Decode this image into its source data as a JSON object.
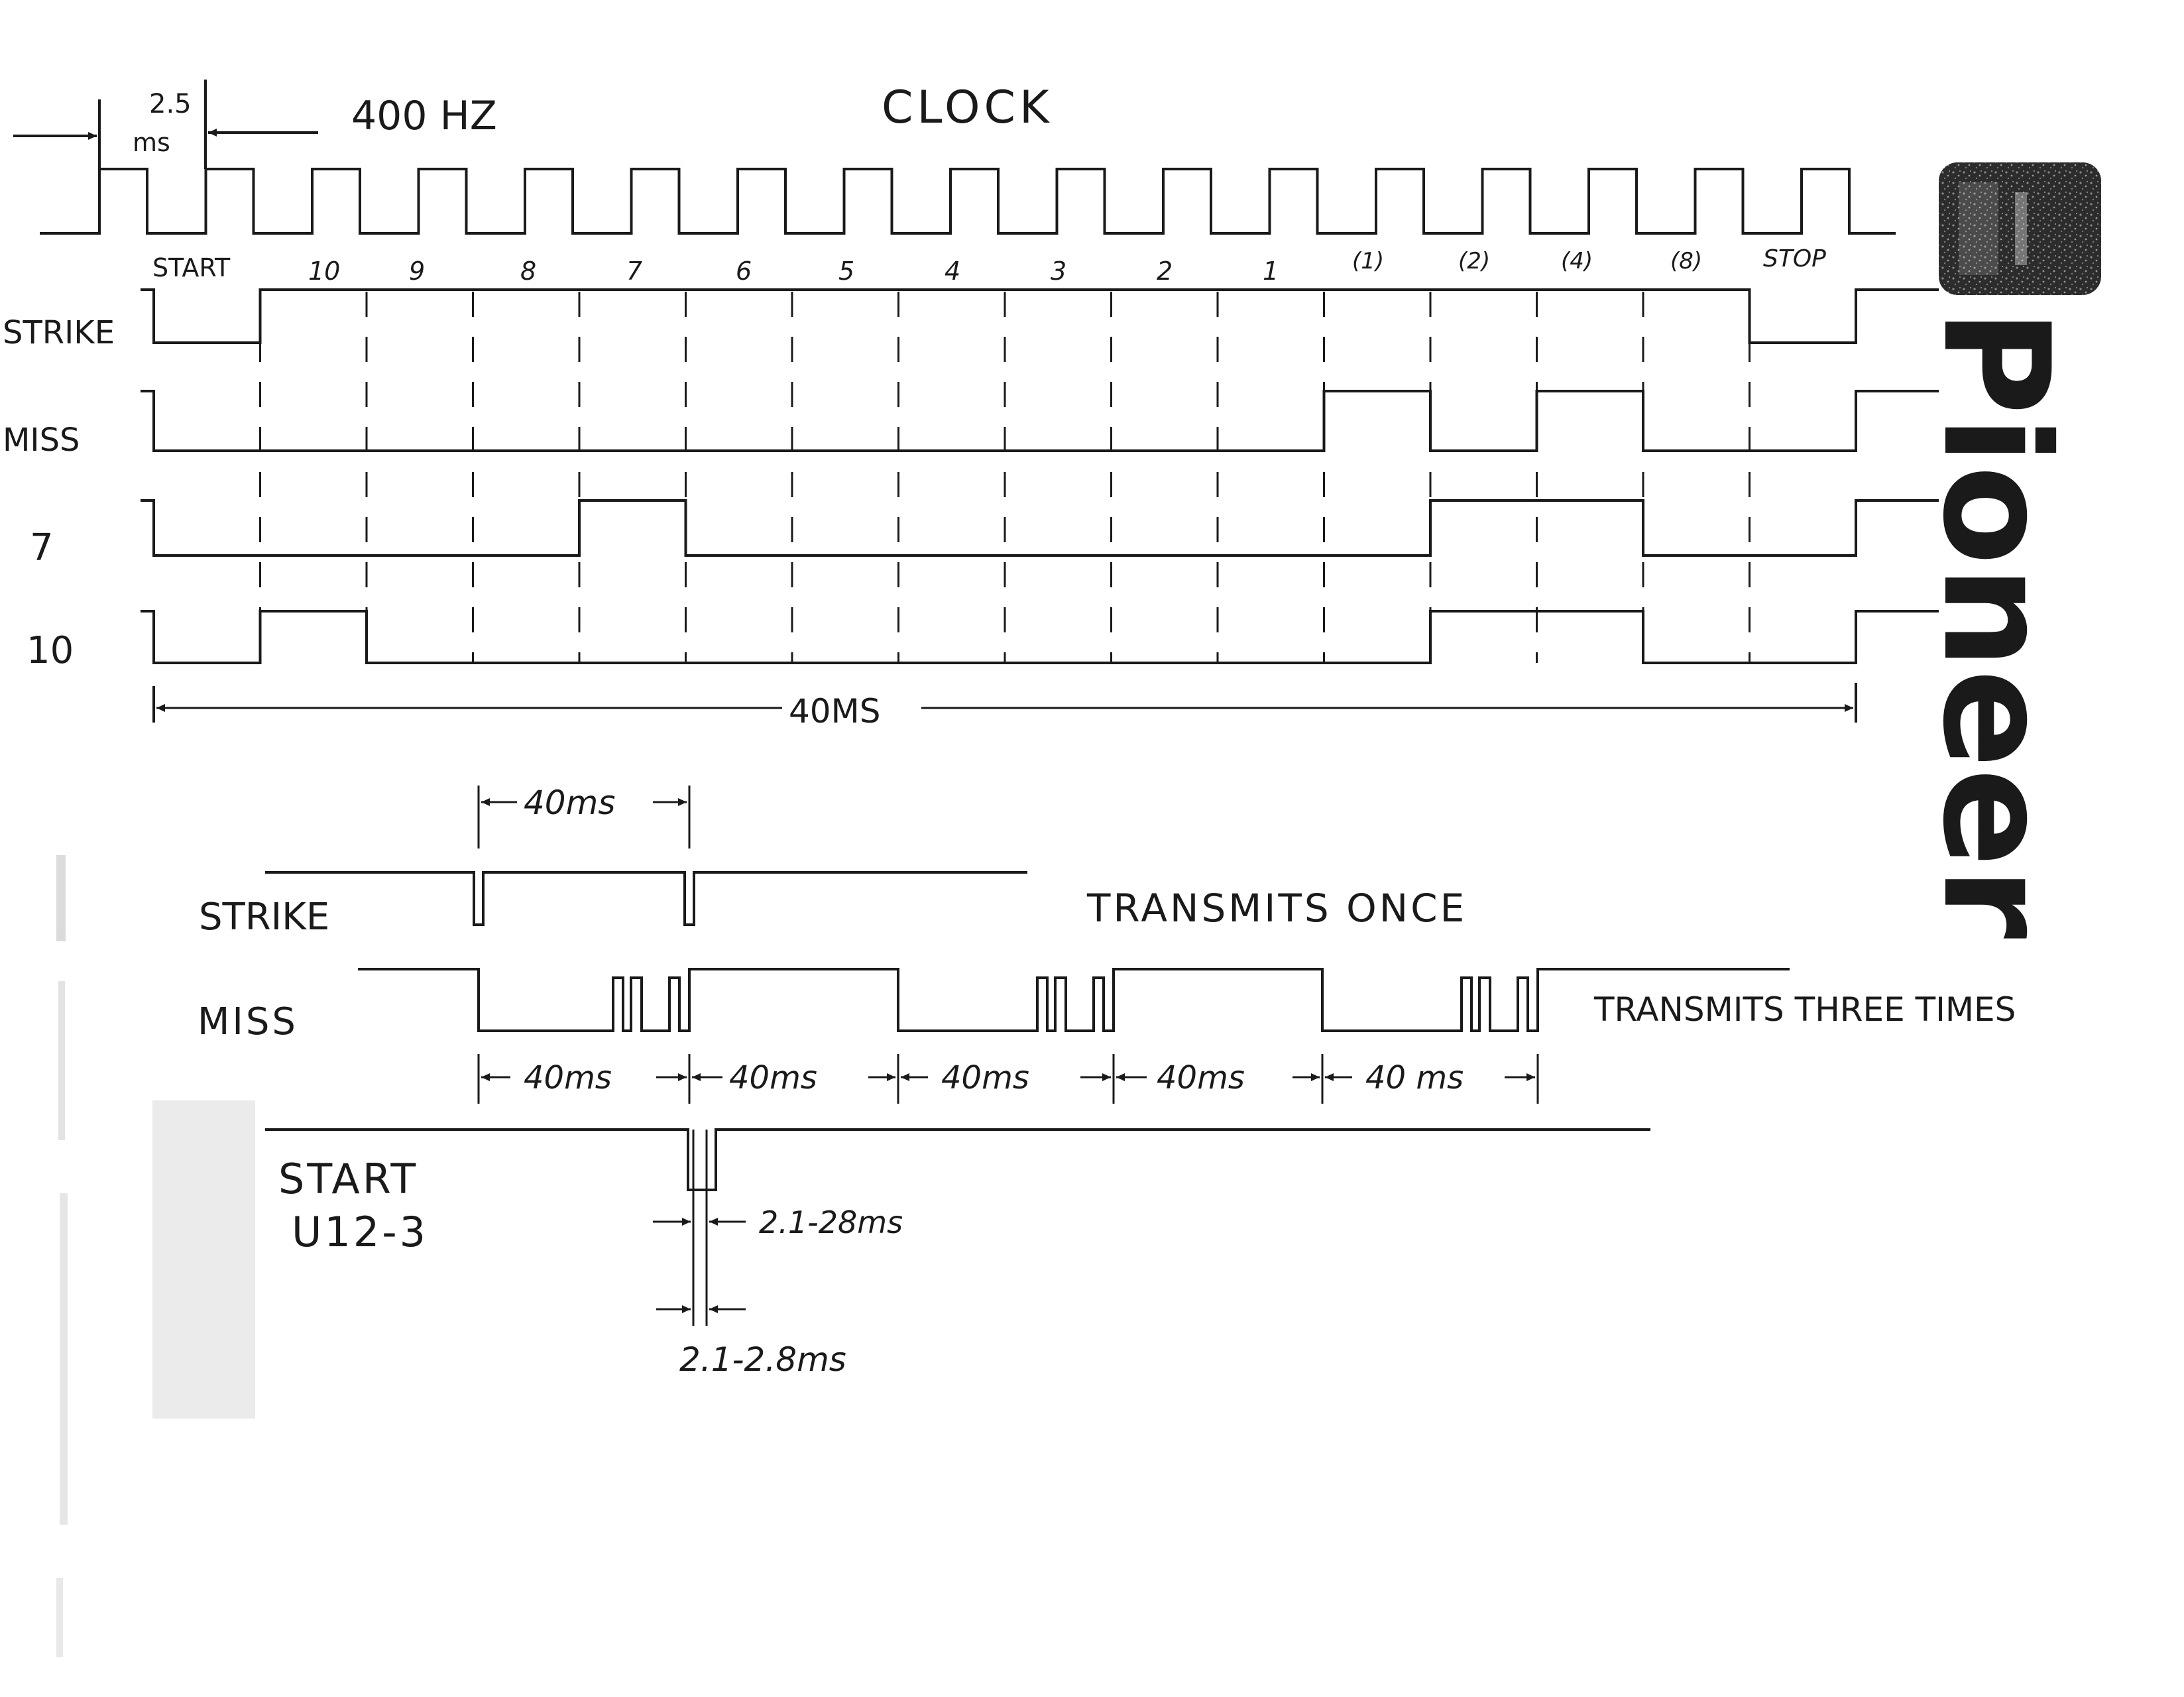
{
  "header": {
    "period_top": "2.5",
    "period_bottom": "ms",
    "frequency": "400 HZ",
    "clock_title": "CLOCK"
  },
  "bit_labels": [
    "START",
    "10",
    "9",
    "8",
    "7",
    "6",
    "5",
    "4",
    "3",
    "2",
    "1",
    "(1)",
    "(2)",
    "(4)",
    "(8)",
    "STOP"
  ],
  "signals": {
    "strike": {
      "label": "STRIKE",
      "levels": [
        0,
        1,
        1,
        1,
        1,
        1,
        1,
        1,
        1,
        1,
        1,
        1,
        1,
        1,
        1,
        0
      ]
    },
    "miss": {
      "label": "MISS",
      "levels": [
        0,
        0,
        0,
        0,
        0,
        0,
        0,
        0,
        0,
        0,
        0,
        1,
        0,
        1,
        0,
        0
      ]
    },
    "seven": {
      "label": "7",
      "levels": [
        0,
        0,
        0,
        0,
        1,
        0,
        0,
        0,
        0,
        0,
        0,
        0,
        1,
        1,
        0,
        0
      ]
    },
    "ten": {
      "label": "10",
      "levels": [
        0,
        1,
        0,
        0,
        0,
        0,
        0,
        0,
        0,
        0,
        0,
        0,
        1,
        1,
        0,
        0
      ]
    }
  },
  "frame_duration": "40MS",
  "lower": {
    "strike_gap": "40ms",
    "strike_label": "STRIKE",
    "strike_note": "TRANSMITS ONCE",
    "miss_label": "MISS",
    "miss_note": "TRANSMITS THREE TIMES",
    "miss_intervals": [
      "40ms",
      "40ms",
      "40ms",
      "40ms",
      "40 ms"
    ],
    "start_label_1": "START",
    "start_label_2": "U12-3",
    "pulse_width_1": "2.1-28ms",
    "pulse_width_2": "2.1-2.8ms"
  },
  "logo": {
    "text": "Pioneer"
  },
  "colors": {
    "ink": "#1a1a1a",
    "paper": "#ffffff"
  }
}
